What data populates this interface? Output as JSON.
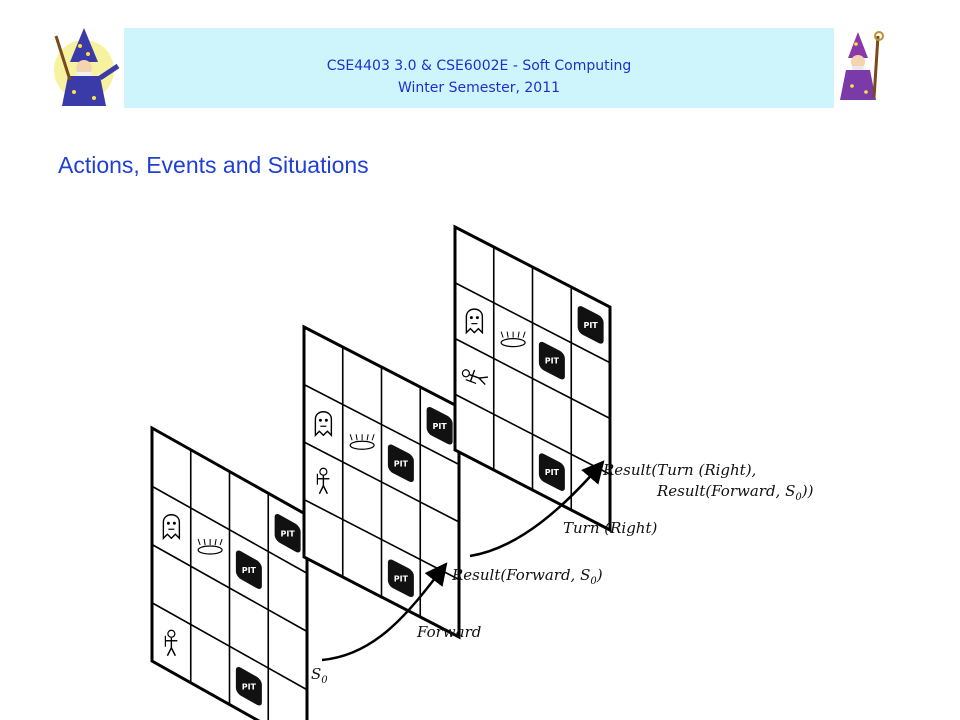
{
  "header": {
    "course": "CSE4403 3.0 & CSE6002E - Soft Computing",
    "semester": "Winter Semester, 2011",
    "colors": {
      "banner_bg": "#cdf5fb",
      "banner_text": "#1e2fd0",
      "title": "#1f3fd6"
    }
  },
  "slide": {
    "title": "Actions, Events and Situations"
  },
  "diagram": {
    "pit_label": "PIT",
    "labels": {
      "s0": "S",
      "s0_sub": "0",
      "forward": "Forward",
      "result_forward": "Result(Forward, S",
      "result_forward_sub": "0",
      "result_forward_end": ")",
      "turn_right": "Turn (Right)",
      "result_turn_line1": "Result(Turn (Right),",
      "result_turn_line2": "Result(Forward, S",
      "result_turn_line2_sub": "0",
      "result_turn_line2_end": "))"
    }
  }
}
